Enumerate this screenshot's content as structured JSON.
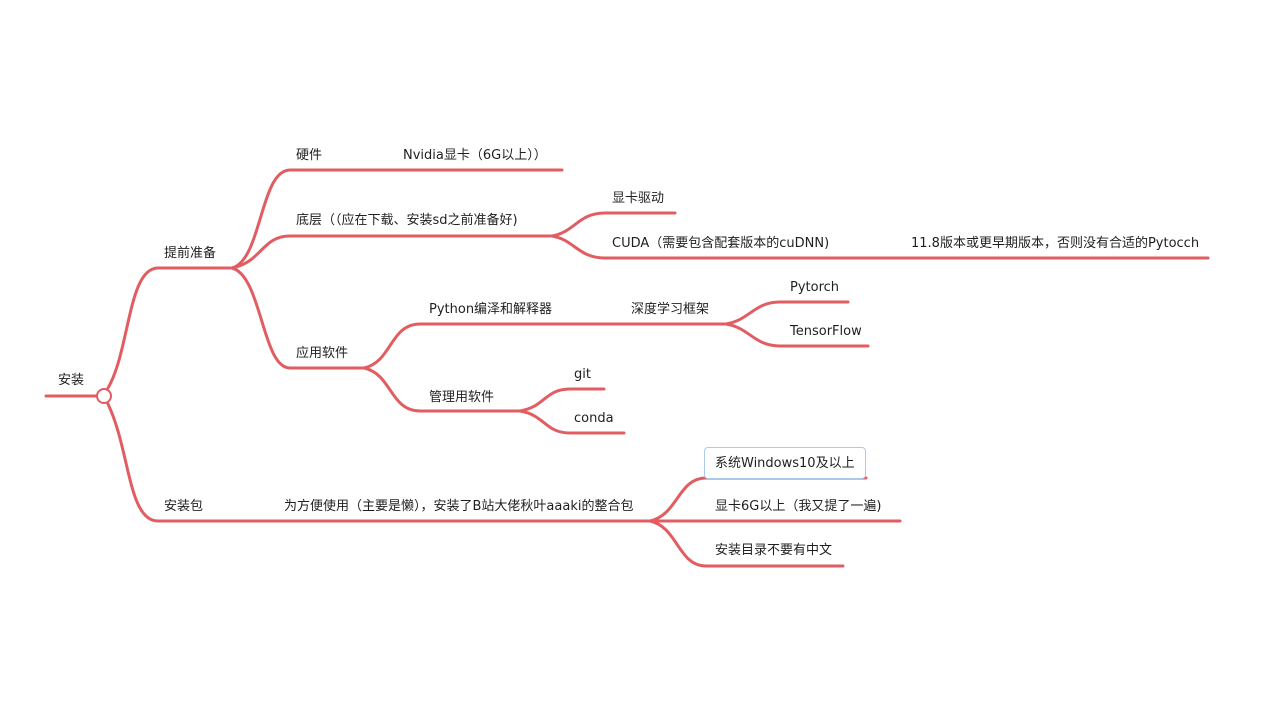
{
  "mindmap": {
    "edge_color": "#e25d62",
    "selection_border_color": "#a9cbee",
    "root": {
      "label": "安装",
      "children": [
        {
          "label": "提前准备",
          "children": [
            {
              "label": "硬件",
              "children": [
                {
                  "label": "Nvidia显卡（6G以上））"
                }
              ]
            },
            {
              "label": "底层（（应在下载、安装sd之前准备好)",
              "children": [
                {
                  "label": "显卡驱动"
                },
                {
                  "label": "CUDA（需要包含配套版本的cuDNN)",
                  "children": [
                    {
                      "label": "11.8版本或更早期版本，否则没有合适的Pytocch"
                    }
                  ]
                }
              ]
            },
            {
              "label": "应用软件",
              "children": [
                {
                  "label": "Python编泽和解释器",
                  "children": [
                    {
                      "label": "深度学习框架",
                      "children": [
                        {
                          "label": "Pytorch"
                        },
                        {
                          "label": "TensorFlow"
                        }
                      ]
                    }
                  ]
                },
                {
                  "label": "管理用软件",
                  "children": [
                    {
                      "label": "git"
                    },
                    {
                      "label": "conda"
                    }
                  ]
                }
              ]
            }
          ]
        },
        {
          "label": "安装包",
          "children": [
            {
              "label": "为方便使用（主要是懒），安装了B站大佬秋叶aaaki的整合包",
              "children": [
                {
                  "label": "系统Windows10及以上",
                  "selected": true
                },
                {
                  "label": "显卡6G以上（我又提了一遍)"
                },
                {
                  "label": "安装目录不要有中文"
                }
              ]
            }
          ]
        }
      ]
    }
  }
}
